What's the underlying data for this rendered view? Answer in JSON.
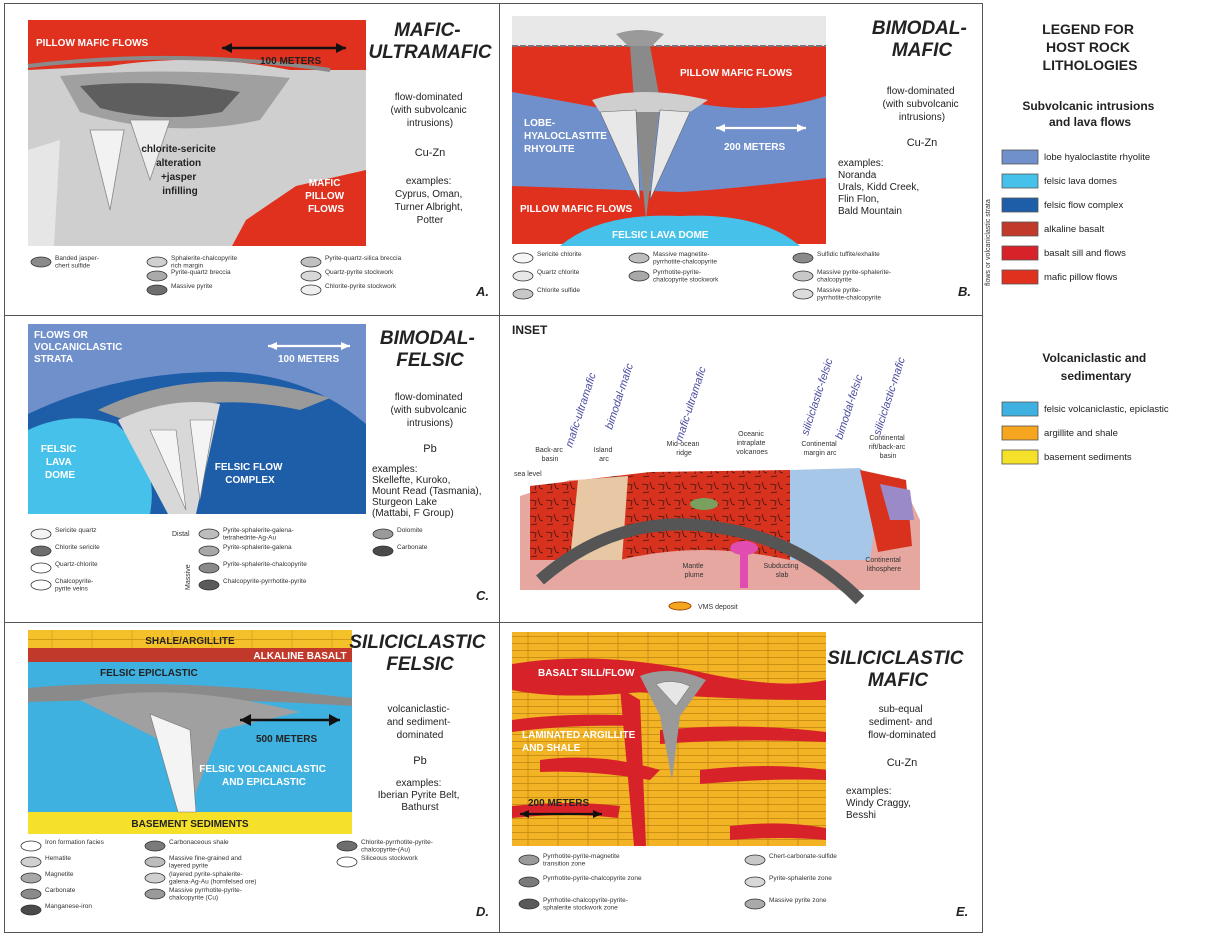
{
  "panels": {
    "a": {
      "title_lines": [
        "MAFIC-",
        "ULTRAMAFIC"
      ],
      "subtitle_lines": [
        "flow-dominated",
        "(with subvolcanic",
        "intrusions)"
      ],
      "ore": "Cu-Zn",
      "examples_lines": [
        "examples:",
        "Cyprus, Oman,",
        "Turner Albright,",
        "Potter"
      ],
      "letter": "A.",
      "labels": {
        "pillow": "PILLOW MAFIC FLOWS",
        "scale": "100 METERS",
        "alteration_lines": [
          "chlorite-sericite",
          "alteration",
          "+jasper",
          "infilling"
        ],
        "mafic_lines": [
          "MAFIC",
          "PILLOW",
          "FLOWS"
        ]
      },
      "key": [
        [
          "Banded jasper-",
          "chert sulfide"
        ],
        [
          "Sphalerite-chalcopyrite",
          "rich margin"
        ],
        [
          "Pyrite-quartz breccia"
        ],
        [
          "Massive pyrite"
        ],
        [
          "Pyrite-quartz-silica breccia"
        ],
        [
          "Quartz-pyrite stockwork"
        ],
        [
          "Chlorite-pyrite stockwork"
        ]
      ]
    },
    "b": {
      "title_lines": [
        "BIMODAL-",
        "MAFIC"
      ],
      "subtitle_lines": [
        "flow-dominated",
        "(with subvolcanic",
        "intrusions)"
      ],
      "ore": "Cu-Zn",
      "examples_lines": [
        "examples:",
        "Noranda",
        "Urals, Kidd Creek,",
        "Flin Flon,",
        "Bald Mountain"
      ],
      "letter": "B.",
      "labels": {
        "pillow_top": "PILLOW MAFIC FLOWS",
        "lobe_lines": [
          "LOBE-",
          "HYALOCLASTITE",
          "RHYOLITE"
        ],
        "scale": "200 METERS",
        "pillow_bottom": "PILLOW MAFIC FLOWS",
        "dome": "FELSIC LAVA DOME"
      },
      "key": [
        [
          "Sericite chlorite"
        ],
        [
          "Quartz chlorite"
        ],
        [
          "Chlorite sulfide"
        ],
        [
          "Massive magnetite-",
          "pyrrhotite-chalcopyrite"
        ],
        [
          "Pyrrhotite-pyrite-",
          "chalcopyrite stockwork"
        ],
        [
          "Sulfidic tuffite/exhalite"
        ],
        [
          "Massive pyrite-sphalerite-",
          "chalcopyrite"
        ],
        [
          "Massive pyrite-",
          "pyrrhotite-chalcopyrite"
        ]
      ]
    },
    "c": {
      "title_lines": [
        "BIMODAL-",
        "FELSIC"
      ],
      "subtitle_lines": [
        "flow-dominated",
        "(with subvolcanic",
        "intrusions)"
      ],
      "ore": "Pb",
      "examples_lines": [
        "examples:",
        "Skellefte, Kuroko,",
        "Mount Read (Tasmania),",
        "Sturgeon Lake",
        "(Mattabi, F Group)"
      ],
      "letter": "C.",
      "labels": {
        "flows_lines": [
          "FLOWS OR",
          "VOLCANICLASTIC",
          "STRATA"
        ],
        "scale": "100 METERS",
        "dome_lines": [
          "FELSIC",
          "LAVA",
          "DOME"
        ],
        "complex_lines": [
          "FELSIC FLOW",
          "COMPLEX"
        ]
      },
      "key": [
        [
          "Sericite quartz"
        ],
        [
          "Chlorite sericite"
        ],
        [
          "Quartz-chlorite"
        ],
        [
          "Chalcopyrite-",
          "pyrite veins"
        ],
        [
          "Pyrite-sphalerite-galena-",
          "tetrahedrite-Ag-Au"
        ],
        [
          "Pyrite-sphalerite-galena"
        ],
        [
          "Pyrite-sphalerite-chalcopyrite"
        ],
        [
          "Chalcopyrite-pyrrhotite-pyrite"
        ],
        [
          "Dolomite"
        ],
        [
          "Carbonate"
        ]
      ],
      "key_side": [
        "Distal",
        "Massive"
      ]
    },
    "inset": {
      "title": "INSET",
      "settings": [
        "mafic-ultramafic",
        "bimodal-mafic",
        "mafic-ultramafic",
        "siliciclastic-felsic",
        "bimodal-felsic",
        "siliciclastic-mafic"
      ],
      "labels": {
        "backarc_lines": [
          "Back-arc",
          "basin"
        ],
        "island_lines": [
          "Island",
          "arc"
        ],
        "midocean_lines": [
          "Mid-ocean",
          "ridge"
        ],
        "oceanic_lines": [
          "Oceanic",
          "intraplate",
          "volcanoes"
        ],
        "continental_margin_lines": [
          "Continental",
          "margin arc"
        ],
        "continental_rift_lines": [
          "Continental",
          "rift/back-arc",
          "basin"
        ],
        "seafloor": "sea level",
        "mantle_lines": [
          "Mantle",
          "plume"
        ],
        "slab_lines": [
          "Subducting",
          "slab"
        ],
        "litho_lines": [
          "Continental",
          "lithosphere"
        ]
      },
      "vms": "VMS deposit"
    },
    "d": {
      "title_lines": [
        "SILICICLASTIC",
        "FELSIC"
      ],
      "subtitle_lines": [
        "volcaniclastic-",
        "and sediment-",
        "dominated"
      ],
      "ore": "Pb",
      "examples_lines": [
        "examples:",
        "Iberian Pyrite Belt,",
        "Bathurst"
      ],
      "letter": "D.",
      "labels": {
        "shale": "SHALE/ARGILLITE",
        "alkaline": "ALKALINE BASALT",
        "epiclastic": "FELSIC EPICLASTIC",
        "scale": "500 METERS",
        "volc_lines": [
          "FELSIC VOLCANICLASTIC",
          "AND EPICLASTIC"
        ],
        "basement": "BASEMENT SEDIMENTS"
      },
      "key": [
        [
          "Iron formation facies"
        ],
        [
          "Hematite"
        ],
        [
          "Magnetite"
        ],
        [
          "Carbonate"
        ],
        [
          "Manganese-iron"
        ],
        [
          "Carbonaceous shale"
        ],
        [
          "Massive fine-grained and",
          "layered pyrite"
        ],
        [
          "(layered pyrite-sphalerite-",
          "galena-Ag-Au (hornfelsed ore)"
        ],
        [
          "Massive pyrrhotite-pyrite-",
          "chalcopyrite (Cu)"
        ],
        [
          "Chlorite-pyrrhotite-pyrite-",
          "chalcopyrite-(Au)"
        ],
        [
          "Siliceous stockwork"
        ]
      ]
    },
    "e": {
      "title_lines": [
        "SILICICLASTIC",
        "MAFIC"
      ],
      "subtitle_lines": [
        "sub-equal",
        "sediment- and",
        "flow-dominated"
      ],
      "ore": "Cu-Zn",
      "examples_lines": [
        "examples:",
        "Windy Craggy,",
        "Besshi"
      ],
      "letter": "E.",
      "labels": {
        "sill": "BASALT SILL/FLOW",
        "argillite_lines": [
          "LAMINATED ARGILLITE",
          "AND SHALE"
        ],
        "scale": "200 METERS"
      },
      "key": [
        [
          "Pyrrhotite-pyrite-magnetite",
          "transition zone"
        ],
        [
          "Pyrrhotite-pyrite-chalcopyrite zone"
        ],
        [
          "Pyrrhotite-chalcopyrite-pyrite-",
          "sphalerite stockwork zone"
        ],
        [
          "Chert-carbonate-sulfide"
        ],
        [
          "Pyrite-sphalerite zone"
        ],
        [
          "Massive pyrite zone"
        ]
      ]
    }
  },
  "legend": {
    "title_lines": [
      "LEGEND FOR",
      "HOST ROCK",
      "LITHOLOGIES"
    ],
    "sub1_lines": [
      "Subvolcanic intrusions",
      "and lava flows"
    ],
    "side_label": "flows or volcaniclastic strata",
    "items1": [
      {
        "label": "lobe hyaloclastite rhyolite",
        "color": "#7090cc"
      },
      {
        "label": "felsic lava domes",
        "color": "#46c2ea"
      },
      {
        "label": "felsic flow complex",
        "color": "#1e5ea8"
      },
      {
        "label": "alkaline basalt",
        "color": "#c0392b"
      },
      {
        "label": "basalt sill and flows",
        "color": "#d8222a"
      },
      {
        "label": "mafic pillow flows",
        "color": "#e0301e"
      }
    ],
    "sub2_lines": [
      "Volcaniclastic and",
      "sedimentary"
    ],
    "items2": [
      {
        "label": "felsic volcaniclastic, epiclastic",
        "color": "#3eb1e0"
      },
      {
        "label": "argillite and shale",
        "color": "#f5a51e"
      },
      {
        "label": "basement sediments",
        "color": "#f6e12a"
      }
    ]
  },
  "colors": {
    "red": "#e0301e",
    "gray": "#c8c8c8",
    "dark_gray": "#6e6e6e",
    "blue": "#3eb1e0",
    "slate_blue": "#7090cc",
    "dark_blue": "#1e5ea8",
    "yellow": "#f6e12a",
    "orange": "#f5a51e"
  }
}
